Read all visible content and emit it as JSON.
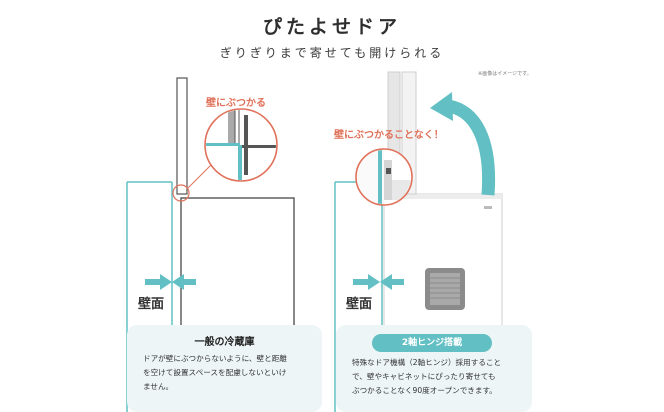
{
  "header": {
    "title": "ぴたよせドア",
    "subtitle": "ぎりぎりまで寄せても開けられる",
    "note": "※画像はイメージです。"
  },
  "left_panel": {
    "callout": "壁にぶつかる",
    "wall_label": "壁面",
    "card_title": "一般の冷蔵庫",
    "card_body": [
      "ドアが壁にぶつからないように、壁と距離",
      "を空けて設置スペースを配慮しないといけ",
      "ません。"
    ]
  },
  "right_panel": {
    "callout": "壁にぶつかることなく！",
    "wall_label": "壁面",
    "badge": "2軸ヒンジ搭載",
    "card_body": [
      "特殊なドア機構（2軸ヒンジ）採用すること",
      "で、壁やキャビネットにぴったり寄せても",
      "ぶつかることなく90度オープンできます。"
    ]
  },
  "colors": {
    "teal": "#62c0c4",
    "coral": "#e0715a",
    "card_bg": "#eef5f6"
  }
}
